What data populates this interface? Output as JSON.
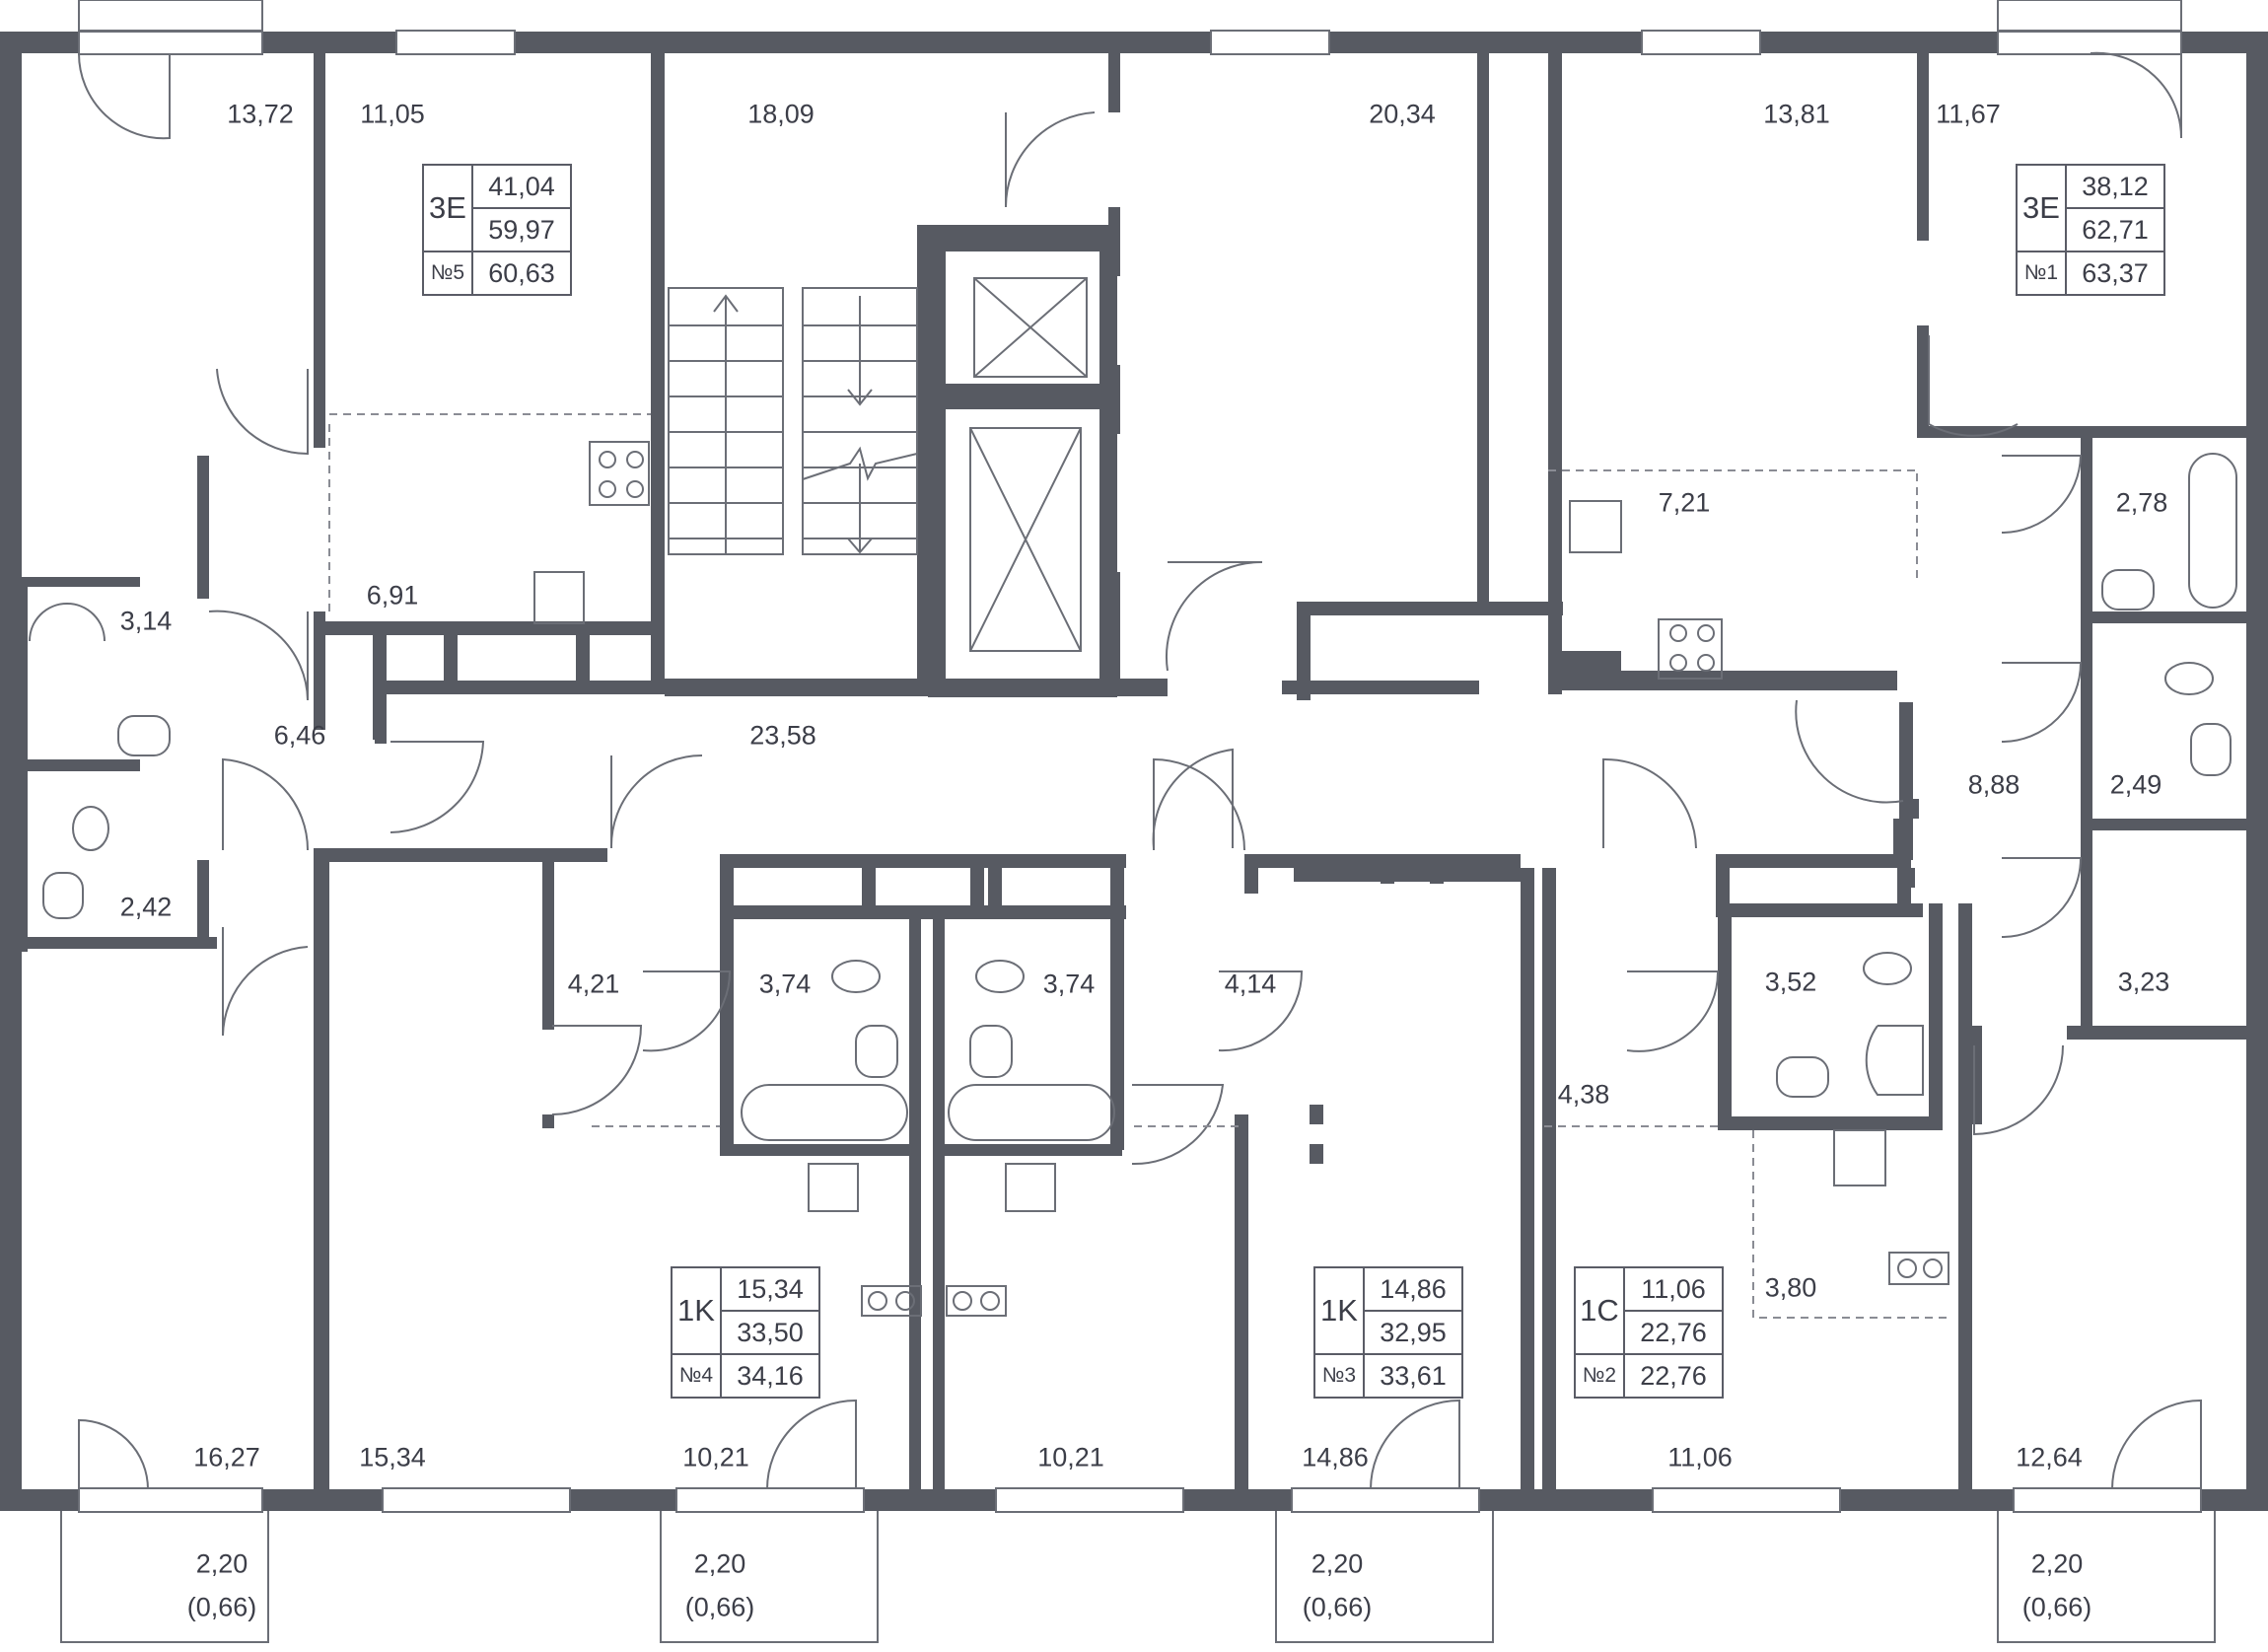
{
  "rooms": [
    {
      "id": "r1",
      "area": "13,72"
    },
    {
      "id": "r2",
      "area": "11,05"
    },
    {
      "id": "r3",
      "area": "18,09"
    },
    {
      "id": "r4",
      "area": "20,34"
    },
    {
      "id": "r5",
      "area": "13,81"
    },
    {
      "id": "r6",
      "area": "11,67"
    },
    {
      "id": "r7",
      "area": "6,91"
    },
    {
      "id": "r8",
      "area": "7,21"
    },
    {
      "id": "r9",
      "area": "2,78"
    },
    {
      "id": "r10",
      "area": "3,14"
    },
    {
      "id": "r11",
      "area": "6,46"
    },
    {
      "id": "r12",
      "area": "23,58"
    },
    {
      "id": "r13",
      "area": "8,88"
    },
    {
      "id": "r14",
      "area": "2,49"
    },
    {
      "id": "r15",
      "area": "2,42"
    },
    {
      "id": "r16",
      "area": "4,21"
    },
    {
      "id": "r17",
      "area": "3,74"
    },
    {
      "id": "r18",
      "area": "3,74"
    },
    {
      "id": "r19",
      "area": "4,14"
    },
    {
      "id": "r20",
      "area": "3,52"
    },
    {
      "id": "r21",
      "area": "3,23"
    },
    {
      "id": "r22",
      "area": "4,38"
    },
    {
      "id": "r23",
      "area": "3,80"
    },
    {
      "id": "r24",
      "area": "16,27"
    },
    {
      "id": "r25",
      "area": "15,34"
    },
    {
      "id": "r26",
      "area": "10,21"
    },
    {
      "id": "r27",
      "area": "10,21"
    },
    {
      "id": "r28",
      "area": "14,86"
    },
    {
      "id": "r29",
      "area": "11,06"
    },
    {
      "id": "r30",
      "area": "12,64"
    }
  ],
  "balconies": [
    {
      "area": "2,20",
      "reduced": "(0,66)"
    },
    {
      "area": "2,20",
      "reduced": "(0,66)"
    },
    {
      "area": "2,20",
      "reduced": "(0,66)"
    },
    {
      "area": "2,20",
      "reduced": "(0,66)"
    }
  ],
  "apartments": [
    {
      "type": "3E",
      "number": "№5",
      "living": "41,04",
      "total": "59,97",
      "total_with_balcony": "60,63"
    },
    {
      "type": "3E",
      "number": "№1",
      "living": "38,12",
      "total": "62,71",
      "total_with_balcony": "63,37"
    },
    {
      "type": "1K",
      "number": "№4",
      "living": "15,34",
      "total": "33,50",
      "total_with_balcony": "34,16"
    },
    {
      "type": "1K",
      "number": "№3",
      "living": "14,86",
      "total": "32,95",
      "total_with_balcony": "33,61"
    },
    {
      "type": "1C",
      "number": "№2",
      "living": "11,06",
      "total": "22,76",
      "total_with_balcony": "22,76"
    }
  ],
  "colors": {
    "wall": "#575a62",
    "line": "#6b6e76",
    "text": "#3c3e48",
    "background": "#ffffff"
  }
}
